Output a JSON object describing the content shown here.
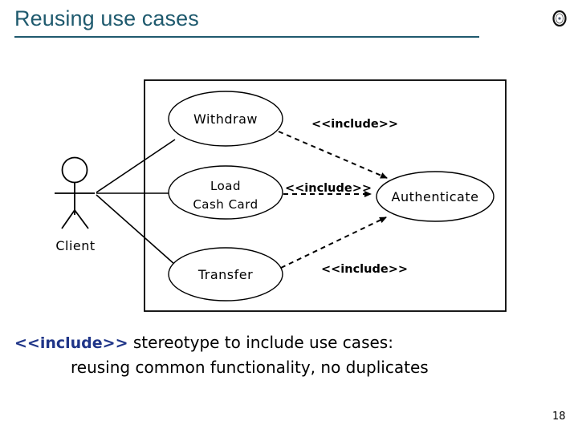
{
  "slide": {
    "title": "Reusing use cases",
    "page_number": "18",
    "corner_icon": "disc-icon",
    "title_color": "#1f5a6e",
    "stereotype_color": "#1f3588"
  },
  "diagram": {
    "name": "uml-use-case-diagram",
    "actor": {
      "label": "Client",
      "icon": "stick-figure-actor-icon"
    },
    "use_cases": [
      {
        "id": "withdraw",
        "label": "Withdraw",
        "line2": ""
      },
      {
        "id": "load_cash",
        "label": "Load",
        "line2": "Cash Card"
      },
      {
        "id": "transfer",
        "label": "Transfer",
        "line2": ""
      },
      {
        "id": "authenticate",
        "label": "Authenticate",
        "line2": ""
      }
    ],
    "include_relationships": [
      {
        "from": "withdraw",
        "to": "authenticate",
        "label": "<<include>>"
      },
      {
        "from": "load_cash",
        "to": "authenticate",
        "label": "<<include>>"
      },
      {
        "from": "transfer",
        "to": "authenticate",
        "label": "<<include>>"
      }
    ]
  },
  "caption": {
    "stereotype": "<<include>>",
    "line1_rest": " stereotype to include use cases:",
    "line2": "reusing common functionality, no duplicates"
  }
}
